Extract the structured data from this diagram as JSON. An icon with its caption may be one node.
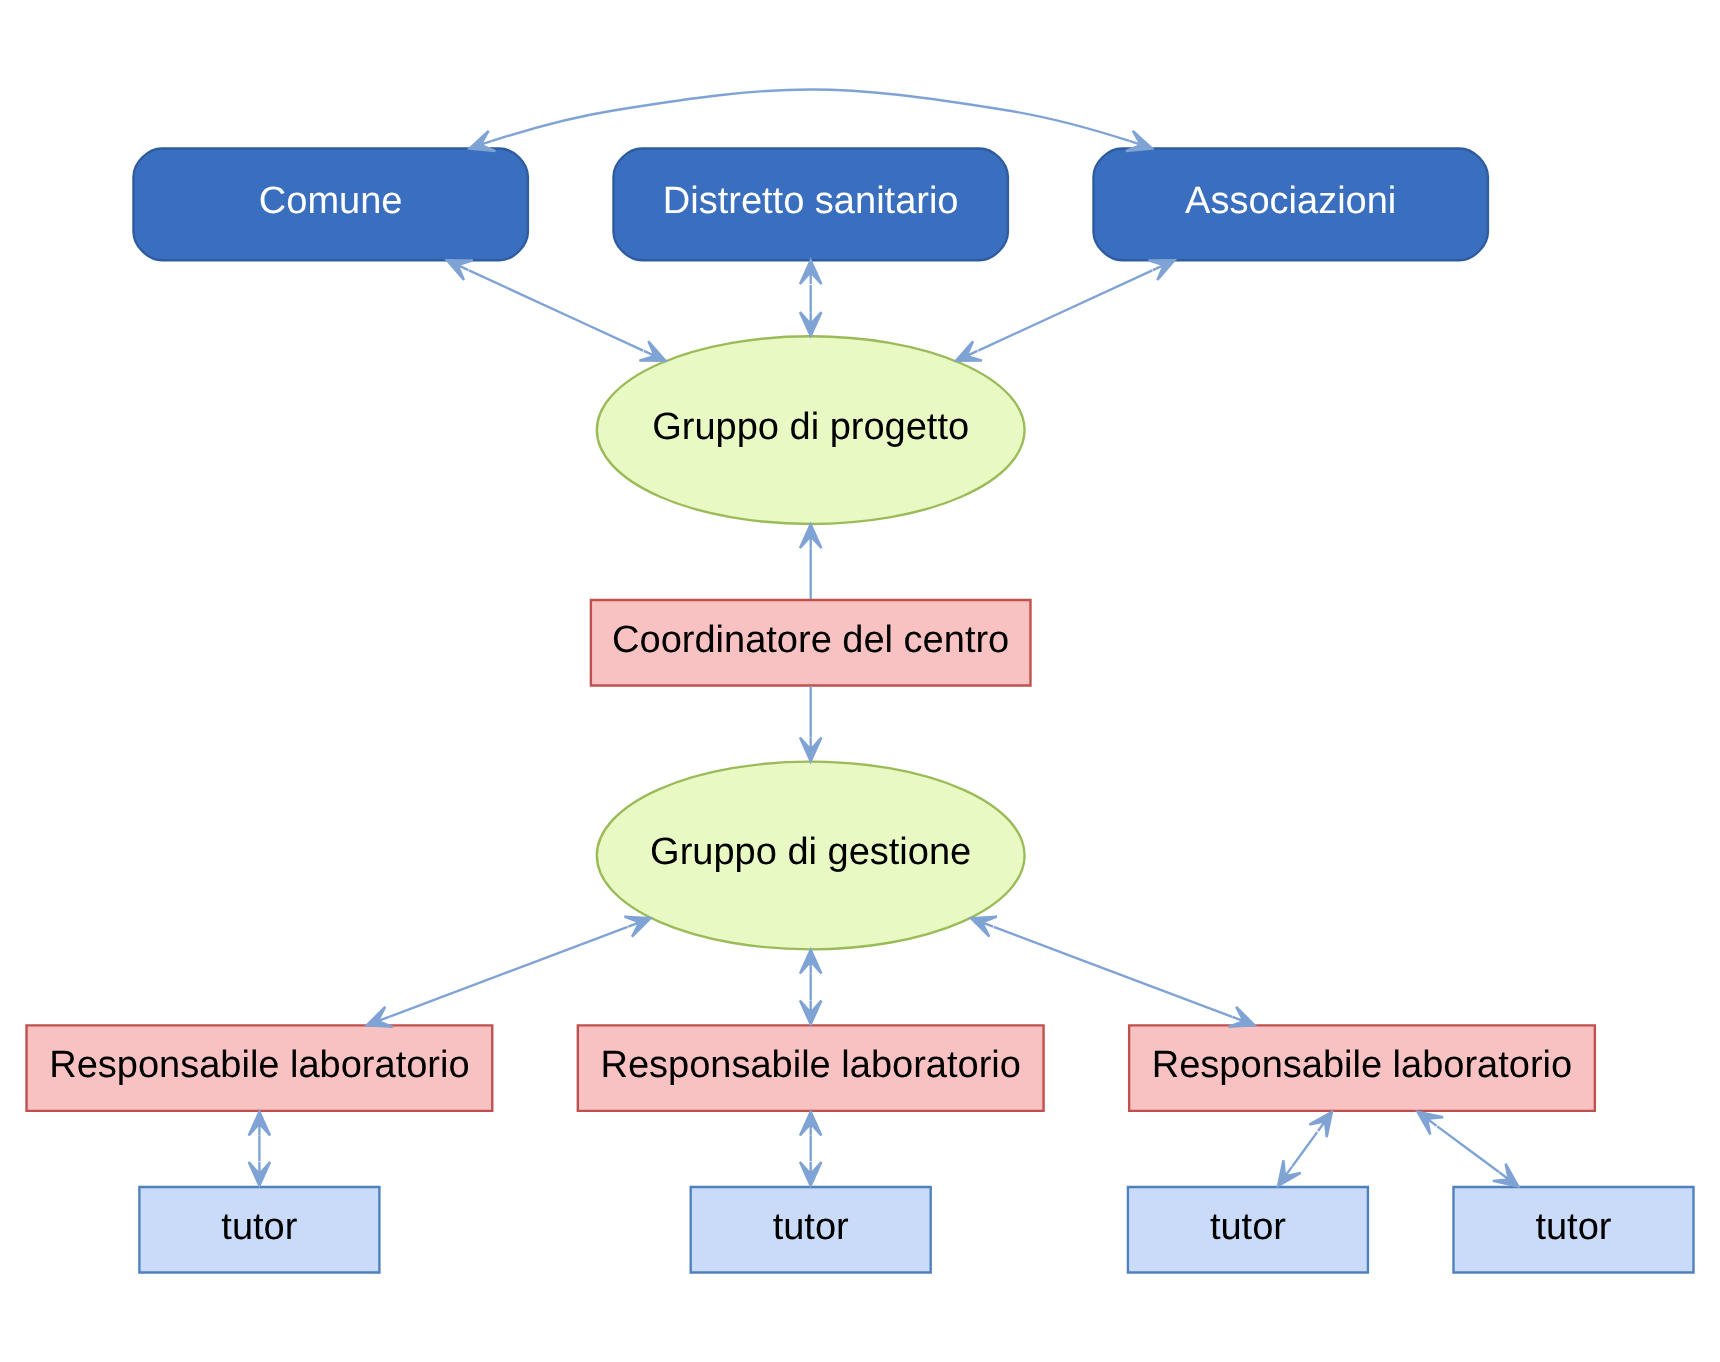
{
  "diagram": {
    "nodes": [
      {
        "text": [
          "Comune"
        ]
      },
      {
        "text": [
          "Distretto sanitario"
        ]
      },
      {
        "text": [
          "Associazioni"
        ]
      },
      {
        "text": [
          "Gruppo di progetto"
        ]
      },
      {
        "text": [
          "Coordinatore del centro"
        ]
      },
      {
        "text": [
          "Gruppo di gestione"
        ]
      },
      {
        "text": [
          "Responsabile laboratorio"
        ]
      },
      {
        "text": [
          "Responsabile laboratorio"
        ]
      },
      {
        "text": [
          "Responsabile laboratorio"
        ]
      },
      {
        "text": [
          "tutor"
        ]
      },
      {
        "text": [
          "tutor"
        ]
      },
      {
        "text": [
          "tutor"
        ]
      },
      {
        "text": [
          "tutor"
        ]
      }
    ],
    "edges": [
      {
        "from": 2,
        "to": 0,
        "arrow": "both"
      },
      {
        "from": 0,
        "to": 3,
        "arrow": "both"
      },
      {
        "from": 2,
        "to": 3,
        "arrow": "both"
      },
      {
        "from": 1,
        "to": 3,
        "arrow": "both"
      },
      {
        "from": 4,
        "to": 3,
        "arrow": "to"
      },
      {
        "from": 4,
        "to": 5,
        "arrow": "to"
      },
      {
        "from": 5,
        "to": 6,
        "arrow": "both"
      },
      {
        "from": 5,
        "to": 7,
        "arrow": "both"
      },
      {
        "from": 5,
        "to": 8,
        "arrow": "both"
      },
      {
        "from": 6,
        "to": 9,
        "arrow": "both"
      },
      {
        "from": 7,
        "to": 10,
        "arrow": "both"
      },
      {
        "from": 8,
        "to": 11,
        "arrow": "both"
      },
      {
        "from": 8,
        "to": 12,
        "arrow": "both"
      }
    ]
  }
}
